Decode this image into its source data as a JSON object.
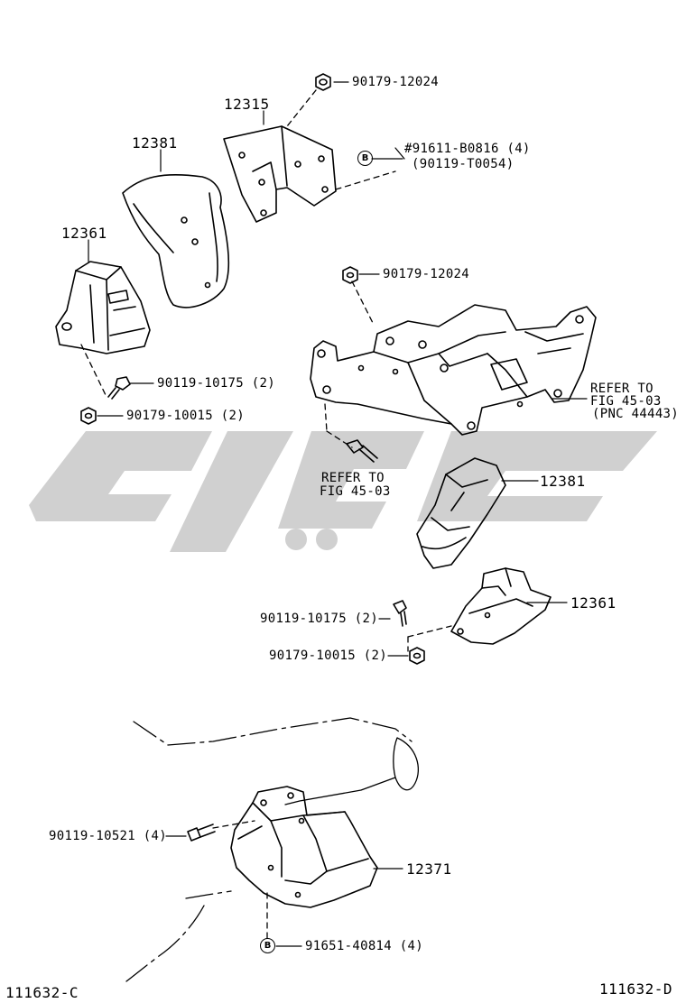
{
  "diagram": {
    "watermark_color": "#d0d0d0",
    "line_color": "#000000",
    "parts": {
      "upper_bracket": "12315",
      "upper_nut": "90179-12024",
      "upper_bolt_main": "#91611-B0816 (4)",
      "upper_bolt_alt": "(90119-T0054)",
      "upper_bolt_marker": "B",
      "left_insulator_cover": "12381",
      "left_mount": "12361",
      "left_bolt": "90119-10175 (2)",
      "left_nut": "90179-10015 (2)",
      "crossmember_nut": "90179-12024",
      "refer_right_1": "REFER TO",
      "refer_right_2": "FIG 45-03",
      "refer_right_3": "(PNC 44443)",
      "refer_center_1": "REFER TO",
      "refer_center_2": "FIG 45-03",
      "right_insulator_cover": "12381",
      "right_mount": "12361",
      "right_bolt": "90119-10175 (2)",
      "right_nut": "90179-10015 (2)",
      "rear_bolt": "90119-10521 (4)",
      "rear_mount": "12371",
      "rear_bolt_b": "91651-40814 (4)",
      "rear_bolt_b_marker": "B"
    },
    "codes": {
      "left": "111632-C",
      "right": "111632-D"
    }
  }
}
